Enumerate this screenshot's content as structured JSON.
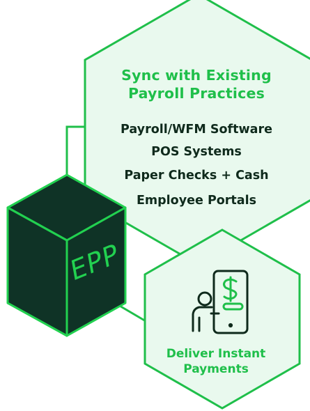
{
  "sync": {
    "title_line1": "Sync with Existing",
    "title_line2": "Payroll Practices",
    "items": [
      "Payroll/WFM Software",
      "POS Systems",
      "Paper Checks + Cash",
      "Employee Portals"
    ]
  },
  "cube": {
    "label": "EPP"
  },
  "deliver": {
    "title_line1": "Deliver Instant",
    "title_line2": "Payments",
    "icon": "mobile-payment-person-icon"
  },
  "colors": {
    "accent_green": "#1fbf4a",
    "hex_fill": "#e9f9ee",
    "cube_dark": "#0f3326",
    "text_dark": "#0f2a1c"
  }
}
